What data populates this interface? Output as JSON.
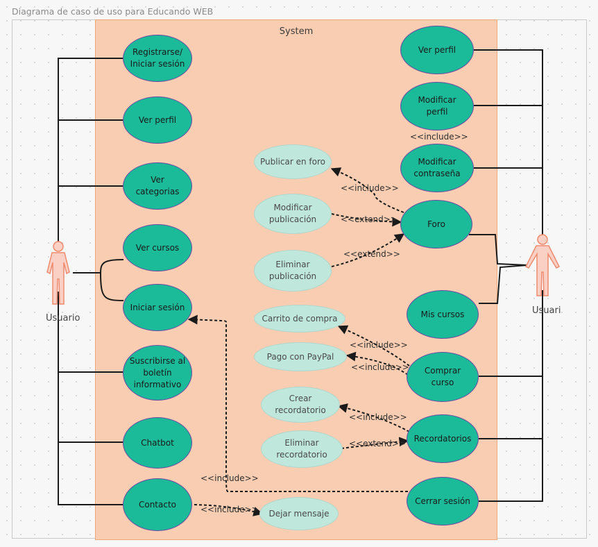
{
  "diagram": {
    "title": "Diagrama de caso de uso para Educando WEB",
    "system_label": "System",
    "actor_left": "Usuario",
    "actor_right": "Usuari",
    "colors": {
      "system_fill": "#f9cdb2",
      "use_case_fill": "#1bba99",
      "use_case_border": "#6b4aa3",
      "secondary_fill": "#bfe7dc",
      "actor_fill": "#fbd0c4",
      "actor_stroke": "#ef8a6e"
    },
    "use_cases_left": [
      {
        "id": "registrarse",
        "label": "Registrarse/\nIniciar sesión"
      },
      {
        "id": "ver-perfil-l",
        "label": "Ver perfil"
      },
      {
        "id": "ver-categorias",
        "label": "Ver\ncategorias"
      },
      {
        "id": "ver-cursos",
        "label": "Ver cursos"
      },
      {
        "id": "iniciar-sesion",
        "label": "Iniciar sesión"
      },
      {
        "id": "suscribirse",
        "label": "Suscribirse al\nboletín\ninformativo"
      },
      {
        "id": "chatbot",
        "label": "Chatbot"
      },
      {
        "id": "contacto",
        "label": "Contacto"
      }
    ],
    "use_cases_right": [
      {
        "id": "ver-perfil-r",
        "label": "Ver perfil"
      },
      {
        "id": "modificar-perfil",
        "label": "Modificar\nperfil"
      },
      {
        "id": "modificar-contrasena",
        "label": "Modificar\ncontraseña"
      },
      {
        "id": "foro",
        "label": "Foro"
      },
      {
        "id": "mis-cursos",
        "label": "Mis cursos"
      },
      {
        "id": "comprar-curso",
        "label": "Comprar\ncurso"
      },
      {
        "id": "recordatorios",
        "label": "Recordatorios"
      },
      {
        "id": "cerrar-sesion",
        "label": "Cerrar sesión"
      }
    ],
    "use_cases_secondary": [
      {
        "id": "publicar-foro",
        "label": "Publicar en foro"
      },
      {
        "id": "modificar-publicacion",
        "label": "Modificar\npublicación"
      },
      {
        "id": "eliminar-publicacion",
        "label": "Eliminar\npublicación"
      },
      {
        "id": "carrito",
        "label": "Carrito de compra"
      },
      {
        "id": "pago-paypal",
        "label": "Pago con PayPal"
      },
      {
        "id": "crear-recordatorio",
        "label": "Crear\nrecordatorio"
      },
      {
        "id": "eliminar-recordatorio",
        "label": "Eliminar\nrecordatorio"
      },
      {
        "id": "dejar-mensaje",
        "label": "Dejar mensaje"
      }
    ],
    "relations": [
      {
        "id": "inc-perfil-contrasena",
        "label": "<<include>>"
      },
      {
        "id": "inc-foro-publicar",
        "label": "<<include>>"
      },
      {
        "id": "ext-modificar-pub",
        "label": "<<extend>>"
      },
      {
        "id": "ext-eliminar-pub",
        "label": "<<extend>>"
      },
      {
        "id": "inc-carrito",
        "label": "<<include>>"
      },
      {
        "id": "inc-paypal",
        "label": "<<include>>"
      },
      {
        "id": "inc-crear-rec",
        "label": "<<include>>"
      },
      {
        "id": "ext-eliminar-rec",
        "label": "<<extend>>"
      },
      {
        "id": "inc-cerrar-iniciar",
        "label": "<<include>>"
      },
      {
        "id": "inc-contacto-mensaje",
        "label": "<<include>>"
      }
    ]
  }
}
